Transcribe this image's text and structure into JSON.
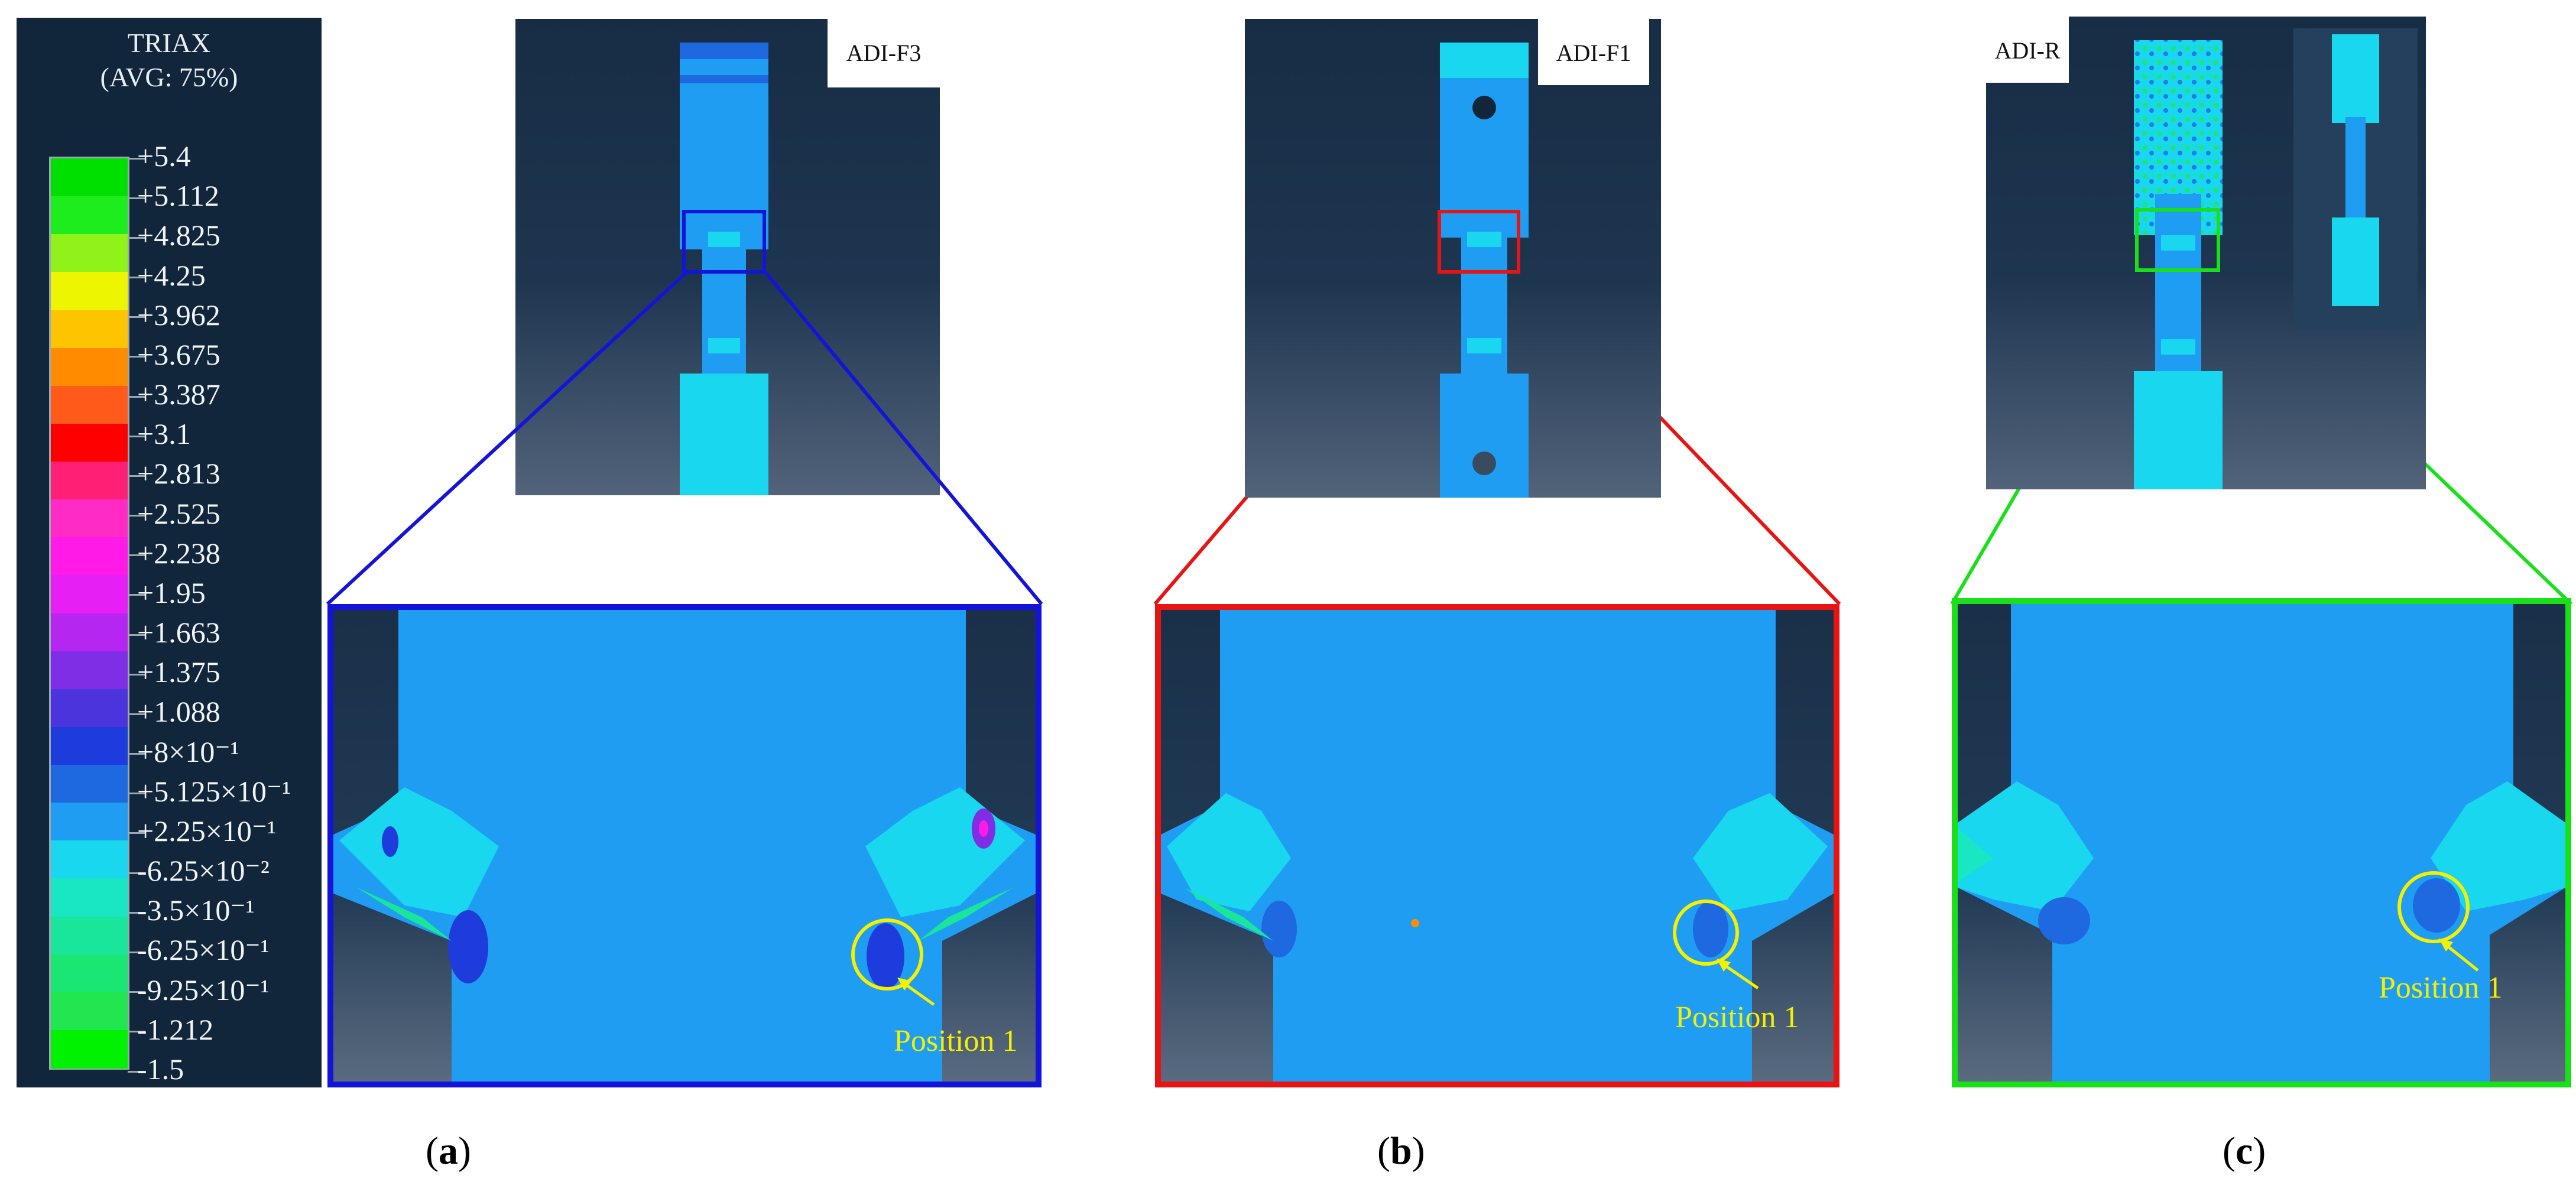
{
  "legend": {
    "title_line1": "TRIAX",
    "title_line2": "(AVG: 75%)",
    "colors": [
      "#00e000",
      "#1ded1d",
      "#8ff21a",
      "#eef500",
      "#ffc400",
      "#ff8c00",
      "#ff5a1a",
      "#ff0000",
      "#ff1f74",
      "#ff2bc4",
      "#ff1ae8",
      "#e61ff5",
      "#b527f0",
      "#7f2ee6",
      "#4b34dc",
      "#1e3cdc",
      "#1e69e0",
      "#1f9df2",
      "#19d7ee",
      "#19e6c3",
      "#19e69b",
      "#19e673",
      "#22e650",
      "#00f200"
    ],
    "labels": [
      "+5.4",
      "+5.112",
      "+4.825",
      "+4.25",
      "+3.962",
      "+3.675",
      "+3.387",
      "+3.1",
      "+2.813",
      "+2.525",
      "+2.238",
      "+1.95",
      "+1.663",
      "+1.375",
      "+1.088",
      "+8×10⁻¹",
      "+5.125×10⁻¹",
      "+2.25×10⁻¹",
      "-6.25×10⁻²",
      "-3.5×10⁻¹",
      "-6.25×10⁻¹",
      "-9.25×10⁻¹",
      "-1.212",
      "-1.5"
    ]
  },
  "panels": [
    {
      "tag": "ADI-F3",
      "accent": "#1414d8",
      "caption_letter": "a",
      "position_label": "Position 1"
    },
    {
      "tag": "ADI-F1",
      "accent": "#e81414",
      "caption_letter": "b",
      "position_label": "Position 1"
    },
    {
      "tag": "ADI-R",
      "accent": "#19e019",
      "caption_letter": "c",
      "position_label": "Position 1"
    }
  ]
}
